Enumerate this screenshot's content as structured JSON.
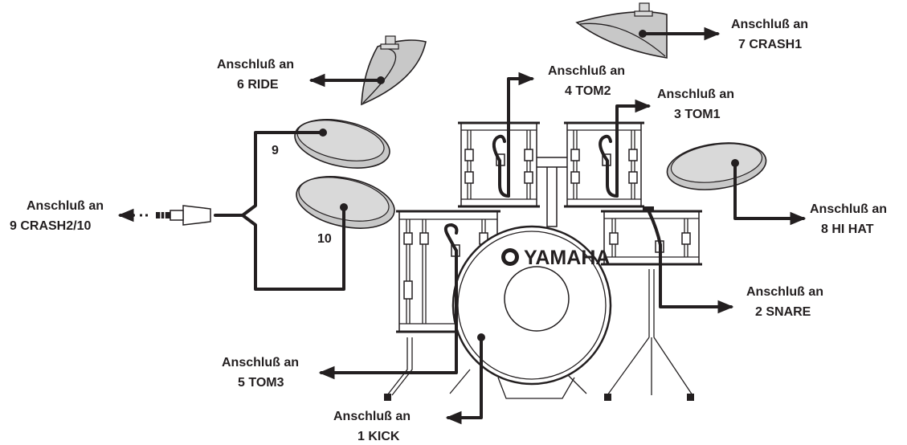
{
  "brand": "YAMAHA",
  "pad_numbers": {
    "pad9": "9",
    "pad10": "10"
  },
  "labels": {
    "crash1": {
      "line1": "Anschluß an",
      "line2": "7 CRASH1"
    },
    "ride": {
      "line1": "Anschluß an",
      "line2": "6 RIDE"
    },
    "tom2": {
      "line1": "Anschluß an",
      "line2": "4 TOM2"
    },
    "tom1": {
      "line1": "Anschluß an",
      "line2": "3 TOM1"
    },
    "crash2": {
      "line1": "Anschluß an",
      "line2": "9 CRASH2/10"
    },
    "hihat": {
      "line1": "Anschluß an",
      "line2": "8 HI HAT"
    },
    "snare": {
      "line1": "Anschluß an",
      "line2": "2 SNARE"
    },
    "tom3": {
      "line1": "Anschluß an",
      "line2": "5 TOM3"
    },
    "kick": {
      "line1": "Anschluß an",
      "line2": "1 KICK"
    }
  },
  "colors": {
    "ink": "#231f20",
    "pad_fill": "#c8c8c8"
  }
}
